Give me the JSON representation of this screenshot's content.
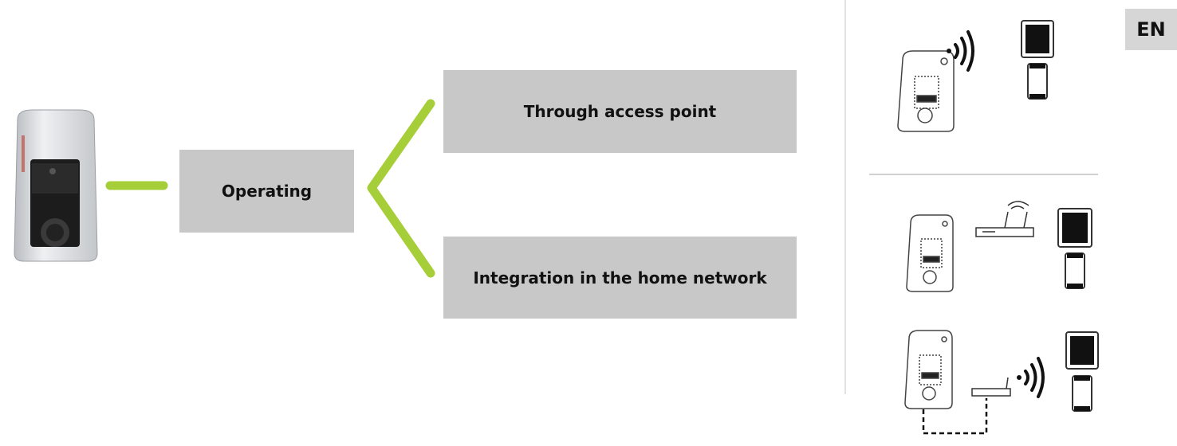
{
  "language_badge": "EN",
  "root": {
    "label": "Operating"
  },
  "branches": [
    {
      "label": "Through access point"
    },
    {
      "label": "Integration in the home network"
    }
  ],
  "colors": {
    "accent": "#a6ce39",
    "box": "#c8c8c8",
    "divider": "#d0d0d0"
  },
  "icons": {
    "charger": "wallbox-charger-icon",
    "wifi": "wifi-signal-icon",
    "router": "router-icon",
    "tablet": "tablet-icon",
    "phone": "smartphone-icon"
  }
}
